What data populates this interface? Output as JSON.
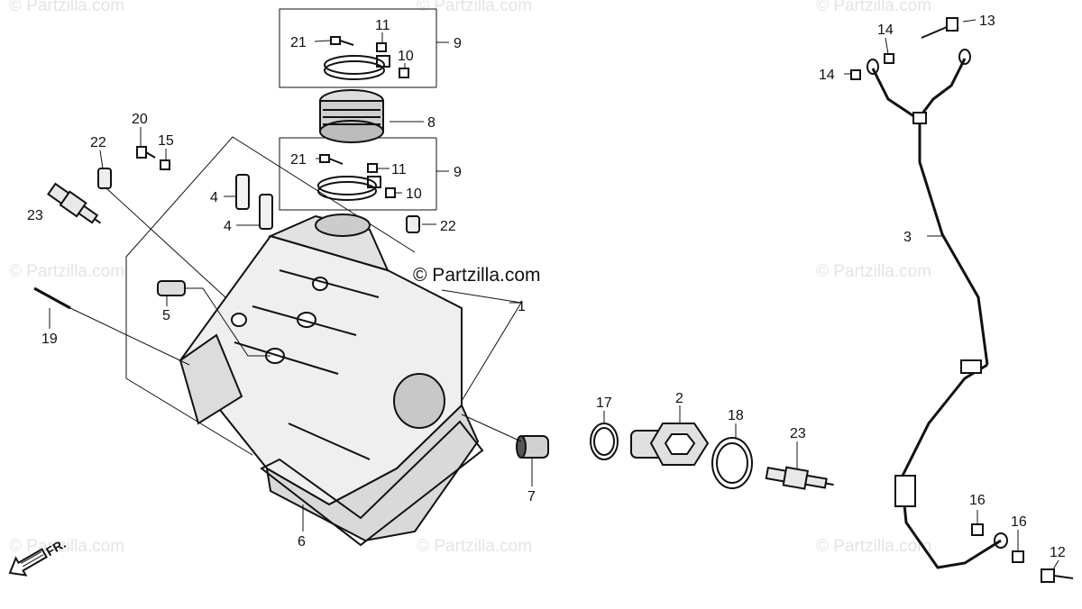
{
  "brand": "© Partzilla.com",
  "watermark": "© Partzilla.com",
  "direction_label": "FR.",
  "colors": {
    "ink": "#111111",
    "watermark": "#e4e4e4",
    "background": "#ffffff"
  },
  "callouts": {
    "c1": "1",
    "c2": "2",
    "c3": "3",
    "c4a": "4",
    "c4b": "4",
    "c5": "5",
    "c6": "6",
    "c7": "7",
    "c8": "8",
    "c9a": "9",
    "c9b": "9",
    "c10a": "10",
    "c10b": "10",
    "c11a": "11",
    "c11b": "11",
    "c12": "12",
    "c13": "13",
    "c14a": "14",
    "c14b": "14",
    "c15": "15",
    "c16a": "16",
    "c16b": "16",
    "c17": "17",
    "c18": "18",
    "c19": "19",
    "c20": "20",
    "c21a": "21",
    "c21b": "21",
    "c22a": "22",
    "c22b": "22",
    "c23a": "23",
    "c23b": "23"
  }
}
